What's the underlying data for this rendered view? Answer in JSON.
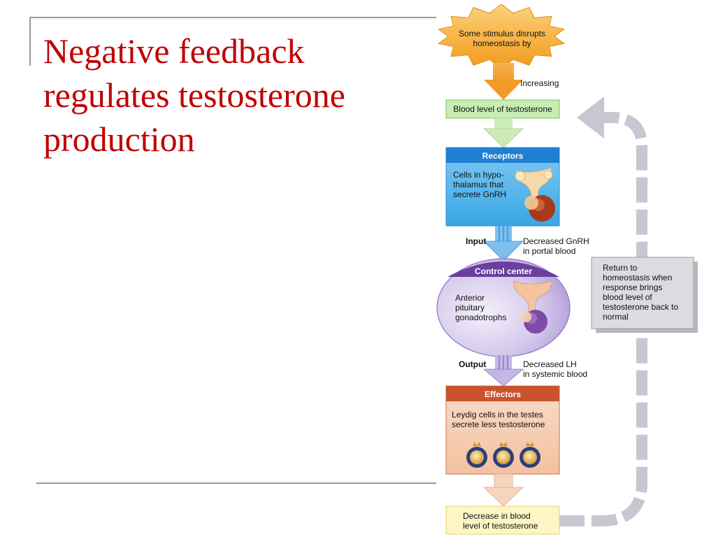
{
  "slide": {
    "title_lines": [
      "Negative feedback",
      "regulates testosterone",
      "production"
    ]
  },
  "diagram": {
    "stimulus": "Some stimulus disrupts homeostasis by",
    "stimulus_lines": [
      "Some stimulus disrupts",
      "homeostasis by"
    ],
    "change": "Increasing",
    "variable": "Blood level of testosterone",
    "receptors": {
      "header": "Receptors",
      "lines": [
        "Cells in hypo-",
        "thalamus that",
        "secrete GnRH"
      ]
    },
    "input": {
      "label": "Input",
      "lines": [
        "Decreased GnRH",
        "in portal blood"
      ]
    },
    "control_center": {
      "header": "Control center",
      "lines": [
        "Anterior",
        "pituitary",
        "gonadotrophs"
      ]
    },
    "output": {
      "label": "Output",
      "lines": [
        "Decreased LH",
        "in systemic blood"
      ]
    },
    "effectors": {
      "header": "Effectors",
      "lines": [
        "Leydig cells in the testes",
        "secrete less testosterone"
      ]
    },
    "result_lines": [
      "Decrease in blood",
      "level of testosterone"
    ],
    "return_box_lines": [
      "Return to",
      "homeostasis when",
      "response brings",
      "blood level of",
      "testosterone back to",
      "normal"
    ]
  },
  "colors": {
    "title": "#c00000",
    "stimulus": "#f5a623",
    "variable_box": "#c8ecb2",
    "receptors": "#55b9ee",
    "control_center": "#b9a7dc",
    "effectors": "#f4c7aa",
    "result_box": "#fdf6c4",
    "return_box": "#dcdce0",
    "loop_arrow": "#c9c5d1"
  }
}
